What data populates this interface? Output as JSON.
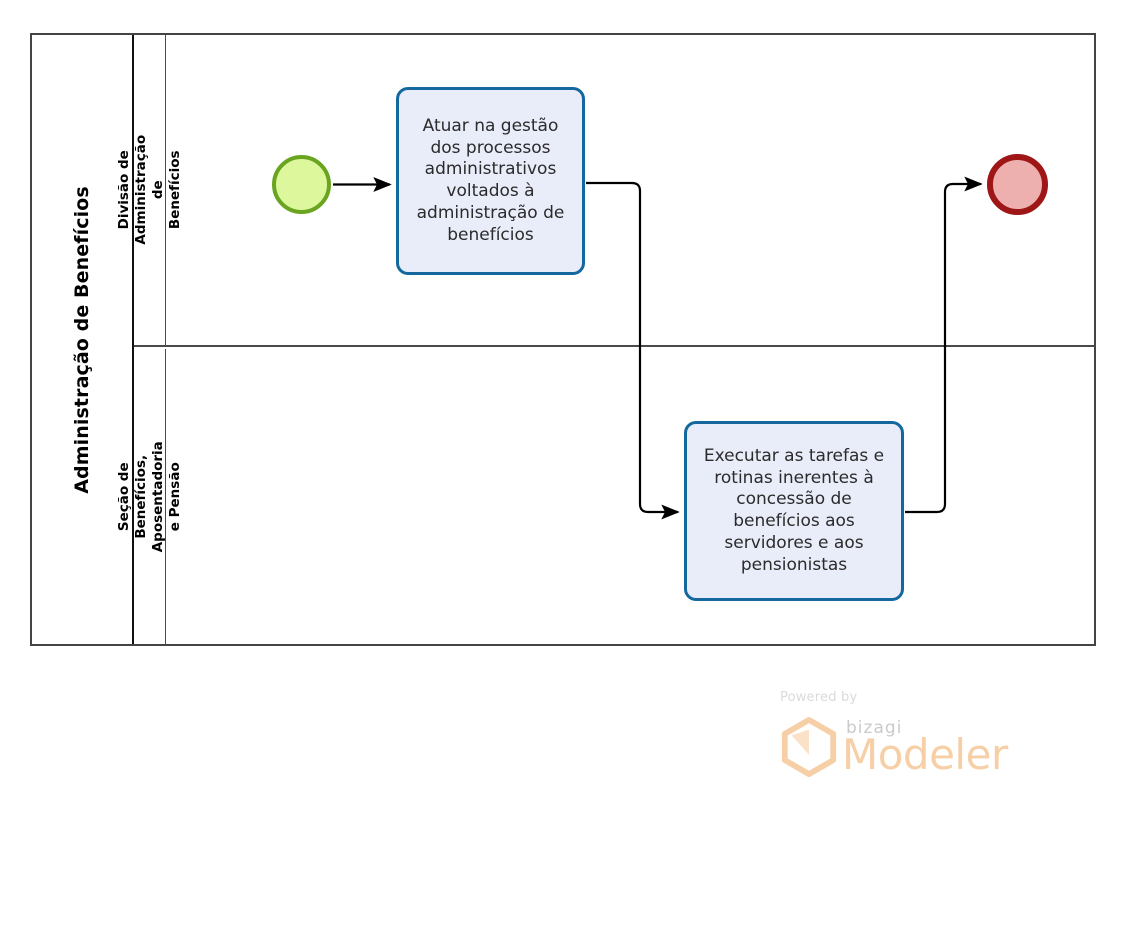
{
  "diagram": {
    "type": "bpmn-process-diagram",
    "pool": {
      "name": "Administração de Benefícios",
      "border_color": "#444444"
    },
    "lanes": [
      {
        "id": "lane-divisao",
        "name": "Divisão de Administração de\nBenefícios"
      },
      {
        "id": "lane-secao",
        "name": "Seção de Benefícios,\nAposentadoria e Pensão"
      }
    ],
    "events": [
      {
        "id": "start-event",
        "type": "start",
        "label": "",
        "fill": "#ddf79c",
        "stroke": "#6aa521"
      },
      {
        "id": "end-event",
        "type": "end",
        "label": "",
        "fill": "#eeafaf",
        "stroke": "#9e1616"
      }
    ],
    "tasks": [
      {
        "id": "task-1",
        "lane": "lane-divisao",
        "label": "Atuar na gestão dos processos administrativos voltados à administração de benefícios",
        "fill": "#e9ecf9",
        "stroke": "#15689d"
      },
      {
        "id": "task-2",
        "lane": "lane-secao",
        "label": "Executar as tarefas e rotinas inerentes à concessão de benefícios aos servidores e aos pensionistas",
        "fill": "#e9ecf9",
        "stroke": "#15689d"
      }
    ],
    "flows": [
      {
        "id": "flow-start-task1",
        "from": "start-event",
        "to": "task-1",
        "label": ""
      },
      {
        "id": "flow-task1-task2",
        "from": "task-1",
        "to": "task-2",
        "label": ""
      },
      {
        "id": "flow-task2-end",
        "from": "task-2",
        "to": "end-event",
        "label": ""
      }
    ]
  },
  "watermark": {
    "powered_by": "Powered by",
    "brand": "bizagi",
    "product": "Modeler",
    "brand_color": "#f7cfa6"
  }
}
